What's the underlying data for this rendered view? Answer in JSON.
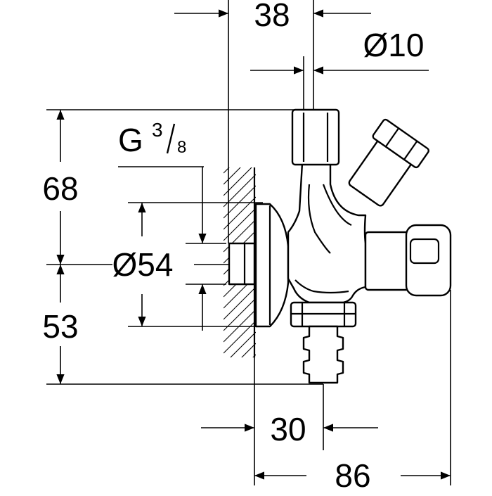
{
  "dimensions": {
    "width_top": "38",
    "outlet_diameter": "Ø10",
    "thread_letter": "G",
    "thread_numerator": "3",
    "thread_denominator": "8",
    "height_upper": "68",
    "rosette_diameter": "Ø54",
    "height_lower": "53",
    "spacing_bottom": "30",
    "width_total": "86"
  }
}
